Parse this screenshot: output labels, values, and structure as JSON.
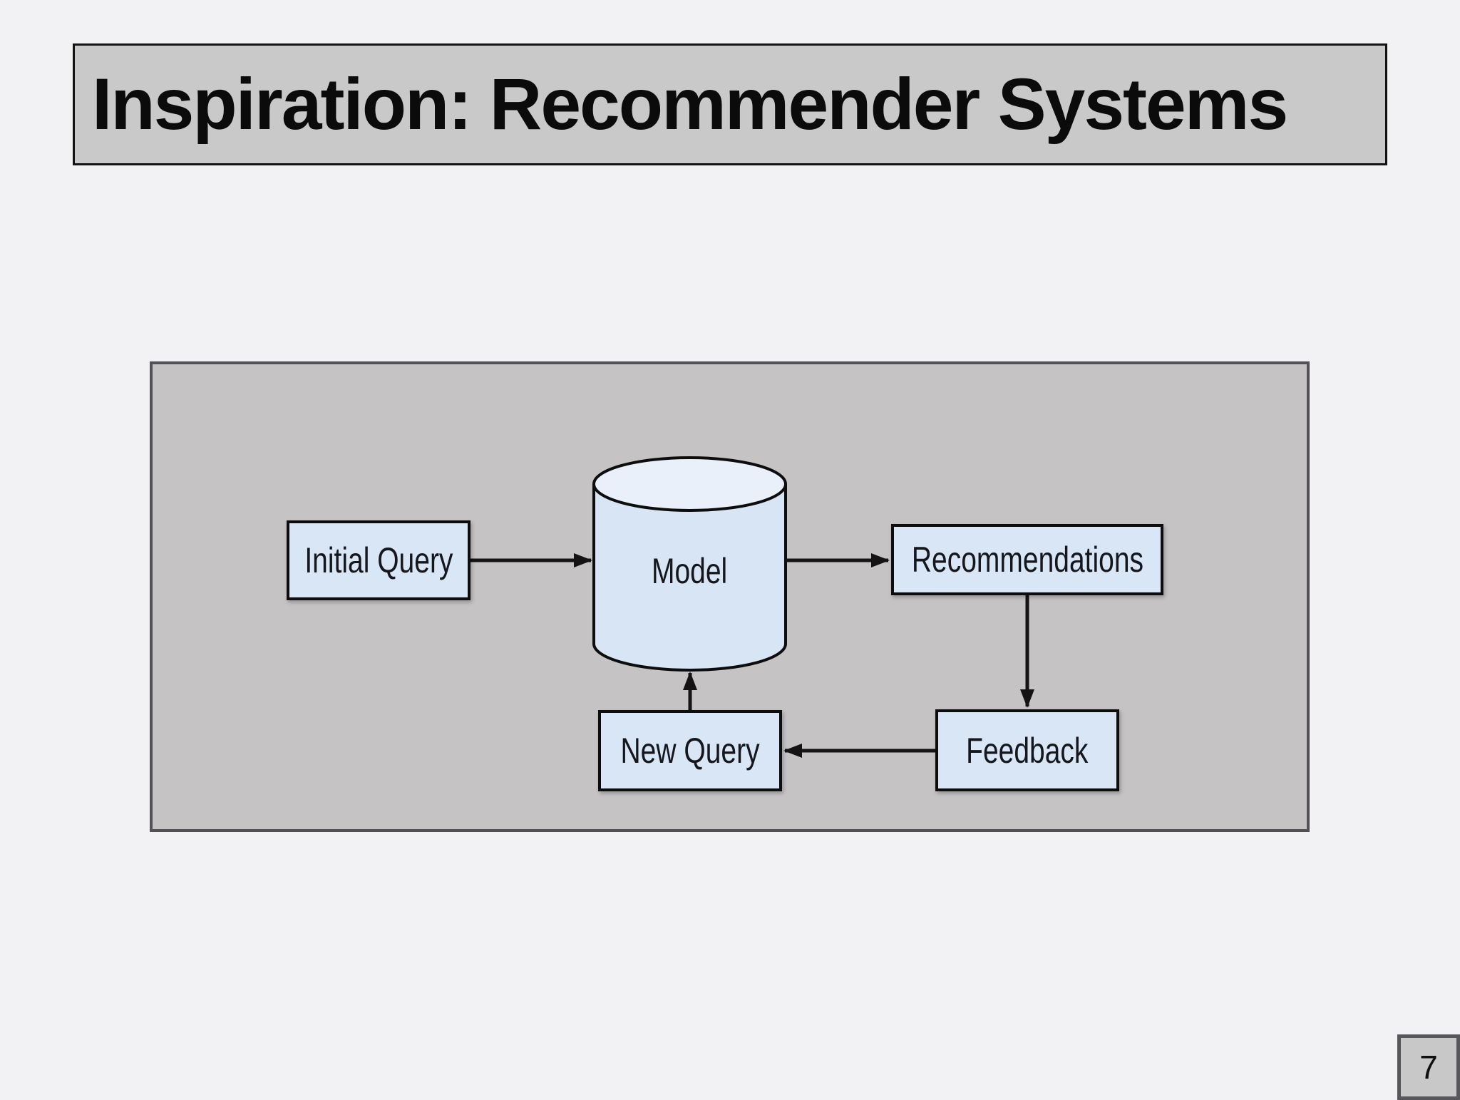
{
  "slide": {
    "title": "Inspiration: Recommender Systems",
    "page_number": "7"
  },
  "diagram": {
    "nodes": [
      {
        "id": "initial-query",
        "label": "Initial Query",
        "shape": "rectangle"
      },
      {
        "id": "model",
        "label": "Model",
        "shape": "cylinder"
      },
      {
        "id": "recommendations",
        "label": "Recommendations",
        "shape": "rectangle"
      },
      {
        "id": "feedback",
        "label": "Feedback",
        "shape": "rectangle"
      },
      {
        "id": "new-query",
        "label": "New Query",
        "shape": "rectangle"
      }
    ],
    "edges": [
      {
        "from": "Initial Query",
        "to": "Model"
      },
      {
        "from": "Model",
        "to": "Recommendations"
      },
      {
        "from": "Recommendations",
        "to": "Feedback"
      },
      {
        "from": "Feedback",
        "to": "New Query"
      },
      {
        "from": "New Query",
        "to": "Model"
      }
    ],
    "colors": {
      "background": "#f2f2f4",
      "title_fill": "#c9c9c9",
      "panel_fill": "#c5c3c4",
      "panel_border": "#515156",
      "node_fill": "#d8e6f5",
      "cylinder_top_fill": "#e9f0fa",
      "node_border": "#0d0d0d",
      "arrow": "#141414"
    }
  }
}
